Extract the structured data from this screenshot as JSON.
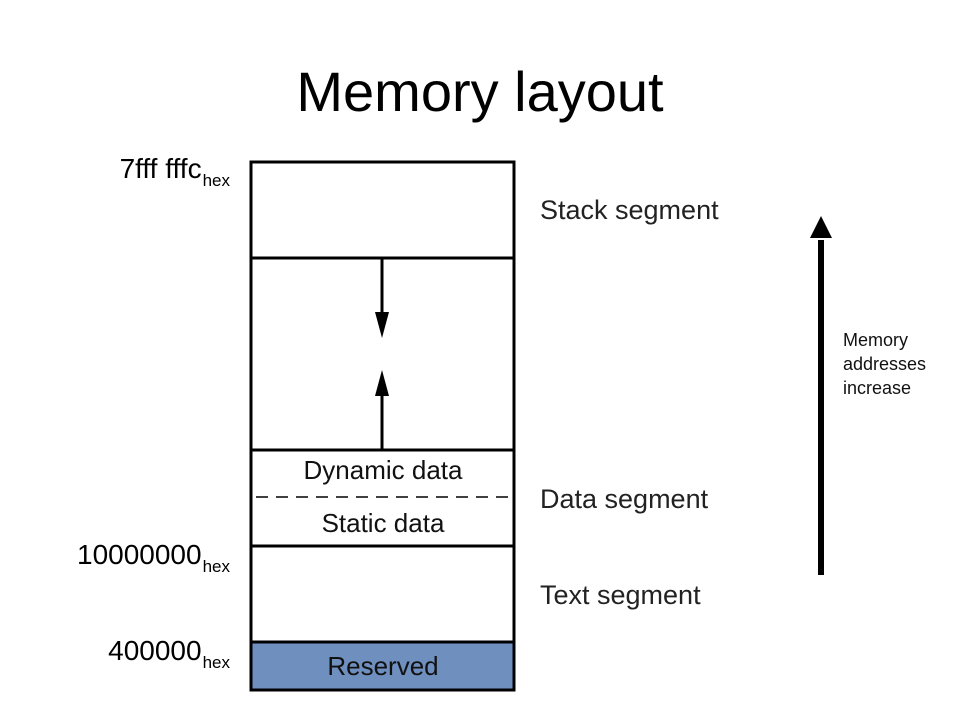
{
  "title": "Memory layout",
  "addresses": {
    "top": {
      "value": "7fff fffc",
      "suffix": "hex"
    },
    "data_start": {
      "value": "10000000",
      "suffix": "hex"
    },
    "text_start": {
      "value": "400000",
      "suffix": "hex"
    }
  },
  "cells": {
    "dynamic": "Dynamic data",
    "static": "Static data",
    "reserved": "Reserved"
  },
  "segments": {
    "stack": "Stack segment",
    "data": "Data segment",
    "text": "Text segment"
  },
  "side_note": [
    "Memory",
    "addresses",
    "increase"
  ],
  "colors": {
    "reserved_fill": "#6f8fbf",
    "line": "#000000"
  }
}
